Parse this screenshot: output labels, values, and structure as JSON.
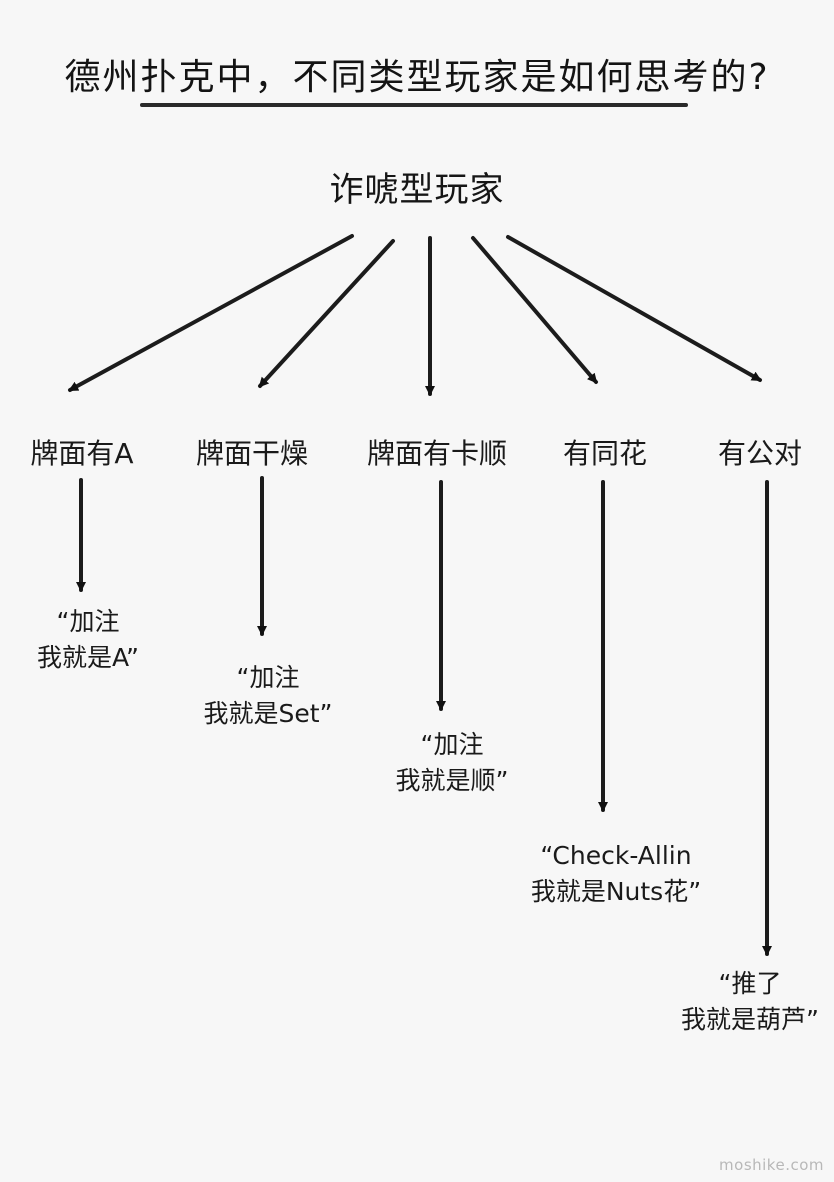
{
  "title": "德州扑克中，不同类型玩家是如何思考的?",
  "root": "诈唬型玩家",
  "branches": [
    {
      "label": "牌面有A",
      "quote_line1": "“加注",
      "quote_line2": "我就是A”"
    },
    {
      "label": "牌面干燥",
      "quote_line1": "“加注",
      "quote_line2": "我就是Set”"
    },
    {
      "label": "牌面有卡顺",
      "quote_line1": "“加注",
      "quote_line2": "我就是顺”"
    },
    {
      "label": "有同花",
      "quote_line1": "“Check-Allin",
      "quote_line2": "我就是Nuts花”"
    },
    {
      "label": "有公对",
      "quote_line1": "“推了",
      "quote_line2": "我就是葫芦”"
    }
  ],
  "watermark": "moshike.com"
}
